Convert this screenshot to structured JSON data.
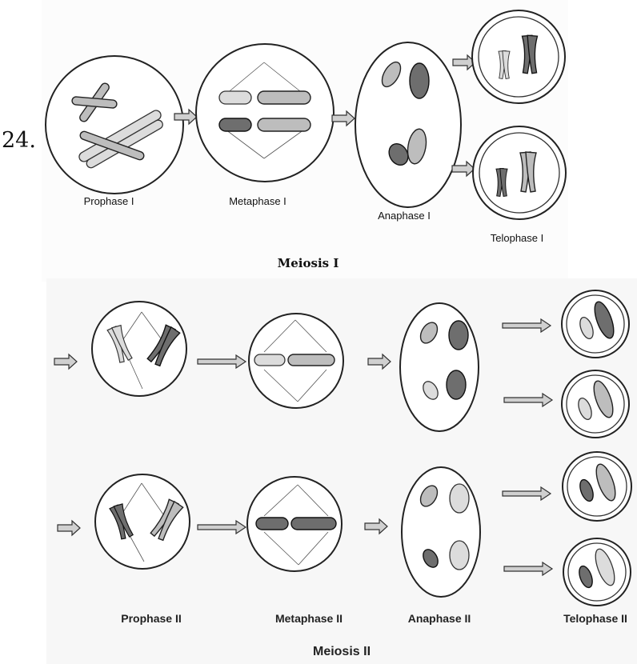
{
  "question_number": "24.",
  "meiosis1": {
    "title": "Meiosis I",
    "stages": [
      "Prophase I",
      "Metaphase I",
      "Anaphase I",
      "Telophase I"
    ]
  },
  "meiosis2": {
    "title": "Meiosis II",
    "stages": [
      "Prophase II",
      "Metaphase II",
      "Anaphase II",
      "Telophase II"
    ]
  }
}
